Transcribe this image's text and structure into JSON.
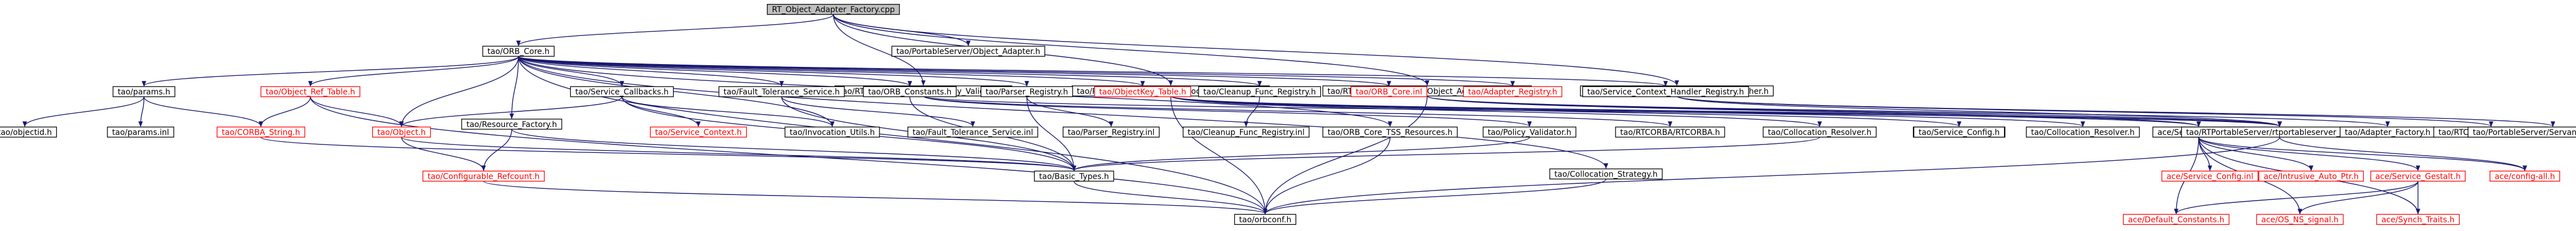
{
  "graph": {
    "colors": {
      "edge": "#191970",
      "root_fill": "#bfbfbf",
      "border": "#000000",
      "missing_node": "#ff0000"
    },
    "nodes": [
      {
        "id": "root",
        "label": "RT_Object_Adapter_Factory.cpp",
        "kind": "root"
      },
      {
        "id": "orb_core",
        "label": "tao/ORB_Core.h"
      },
      {
        "id": "poa_adapter",
        "label": "tao/PortableServer/Object_Adapter.h"
      },
      {
        "id": "rtps_policy",
        "label": "tao/RTPortableServer/RT_Policy_Validator.h"
      },
      {
        "id": "rtps_coll",
        "label": "tao/RTPortableServer/RT_Collocation_Resolver.h"
      },
      {
        "id": "rtps_oaf",
        "label": "tao/RTPortableServer/RT_Object_Adapter_Factory.h"
      },
      {
        "id": "rtps_disp",
        "label": "tao/RTPortableServer/RT_Servant_Dispatcher.h"
      },
      {
        "id": "params_h",
        "label": "tao/params.h"
      },
      {
        "id": "obj_ref_table",
        "label": "tao/Object_Ref_Table.h",
        "kind": "red"
      },
      {
        "id": "resource_factory",
        "label": "tao/Resource_Factory.h"
      },
      {
        "id": "service_callbacks",
        "label": "tao/Service_Callbacks.h"
      },
      {
        "id": "ft_service",
        "label": "tao/Fault_Tolerance_Service.h"
      },
      {
        "id": "orb_constants",
        "label": "tao/ORB_Constants.h"
      },
      {
        "id": "parser_registry",
        "label": "tao/Parser_Registry.h"
      },
      {
        "id": "objectkey_table",
        "label": "tao/ObjectKey_Table.h",
        "kind": "red"
      },
      {
        "id": "cleanup_registry",
        "label": "tao/Cleanup_Func_Registry.h"
      },
      {
        "id": "orb_core_inl",
        "label": "tao/ORB_Core.inl",
        "kind": "red"
      },
      {
        "id": "adapter_registry",
        "label": "tao/Adapter_Registry.h",
        "kind": "red"
      },
      {
        "id": "svc_ctx_handler",
        "label": "tao/Service_Context_Handler_Registry.h"
      },
      {
        "id": "objectid",
        "label": "tao/objectid.h"
      },
      {
        "id": "params_inl",
        "label": "tao/params.inl"
      },
      {
        "id": "corba_string",
        "label": "tao/CORBA_String.h",
        "kind": "red"
      },
      {
        "id": "object_h",
        "label": "tao/Object.h",
        "kind": "red"
      },
      {
        "id": "service_context",
        "label": "tao/Service_Context.h",
        "kind": "red"
      },
      {
        "id": "invocation_utils",
        "label": "tao/Invocation_Utils.h"
      },
      {
        "id": "ft_service_inl",
        "label": "tao/Fault_Tolerance_Service.inl"
      },
      {
        "id": "parser_registry_inl",
        "label": "tao/Parser_Registry.inl"
      },
      {
        "id": "cleanup_registry_inl",
        "label": "tao/Cleanup_Func_Registry.inl"
      },
      {
        "id": "tss_resources",
        "label": "tao/ORB_Core_TSS_Resources.h"
      },
      {
        "id": "collocation_strategy",
        "label": "tao/Collocation_Strategy.h"
      },
      {
        "id": "policy_validator",
        "label": "tao/Policy_Validator.h"
      },
      {
        "id": "rtcorba_h",
        "label": "tao/RTCORBA/RTCORBA.h"
      },
      {
        "id": "coll_resolver",
        "label": "tao/Collocation_Resolver.h"
      },
      {
        "id": "ace_service_config_h",
        "label": "ace/Service_Config.h"
      },
      {
        "id": "tao_service_config",
        "label": "tao/Service_Config.h"
      },
      {
        "id": "tao_coll_resolver_h",
        "label": "tao/Collocation_Resolver.h"
      },
      {
        "id": "ace_service_config",
        "label": "ace/Service_Config.h"
      },
      {
        "id": "rtps_export",
        "label": "tao/RTPortableServer/rtportableserver_export.h"
      },
      {
        "id": "adapter_factory",
        "label": "tao/Adapter_Factory.h"
      },
      {
        "id": "rtcorbac",
        "label": "tao/RTCORBA/RTCORBAC.h"
      },
      {
        "id": "servant_dispatcher",
        "label": "tao/PortableServer/Servant_Dispatcher.h"
      },
      {
        "id": "configurable_refcount",
        "label": "tao/Configurable_Refcount.h",
        "kind": "red"
      },
      {
        "id": "basic_types",
        "label": "tao/Basic_Types.h"
      },
      {
        "id": "ace_service_config_inl",
        "label": "ace/Service_Config.inl",
        "kind": "red"
      },
      {
        "id": "ace_intrusive",
        "label": "ace/Intrusive_Auto_Ptr.h",
        "kind": "red"
      },
      {
        "id": "ace_service_gestalt",
        "label": "ace/Service_Gestalt.h",
        "kind": "red"
      },
      {
        "id": "ace_config_all",
        "label": "ace/config-all.h",
        "kind": "red"
      },
      {
        "id": "ace_default_constants",
        "label": "ace/Default_Constants.h",
        "kind": "red"
      },
      {
        "id": "ace_os_ns_signal",
        "label": "ace/OS_NS_signal.h",
        "kind": "red"
      },
      {
        "id": "ace_synch_traits",
        "label": "ace/Synch_Traits.h",
        "kind": "red"
      },
      {
        "id": "orbconf",
        "label": "tao/orbconf.h"
      }
    ],
    "edges": [
      [
        "root",
        "orb_core"
      ],
      [
        "root",
        "poa_adapter"
      ],
      [
        "root",
        "rtps_policy"
      ],
      [
        "root",
        "rtps_coll"
      ],
      [
        "root",
        "rtps_oaf"
      ],
      [
        "root",
        "rtps_disp"
      ],
      [
        "orb_core",
        "params_h"
      ],
      [
        "orb_core",
        "obj_ref_table"
      ],
      [
        "orb_core",
        "resource_factory"
      ],
      [
        "orb_core",
        "service_callbacks"
      ],
      [
        "orb_core",
        "ft_service"
      ],
      [
        "orb_core",
        "orb_constants"
      ],
      [
        "orb_core",
        "parser_registry"
      ],
      [
        "orb_core",
        "objectkey_table"
      ],
      [
        "orb_core",
        "cleanup_registry"
      ],
      [
        "orb_core",
        "orb_core_inl"
      ],
      [
        "orb_core",
        "adapter_registry"
      ],
      [
        "orb_core",
        "svc_ctx_handler"
      ],
      [
        "orb_core",
        "object_h"
      ],
      [
        "orb_core",
        "invocation_utils"
      ],
      [
        "orb_core",
        "tss_resources"
      ],
      [
        "orb_core",
        "collocation_strategy"
      ],
      [
        "orb_core",
        "orbconf"
      ],
      [
        "params_h",
        "objectid"
      ],
      [
        "params_h",
        "params_inl"
      ],
      [
        "params_h",
        "corba_string"
      ],
      [
        "obj_ref_table",
        "corba_string"
      ],
      [
        "obj_ref_table",
        "object_h"
      ],
      [
        "obj_ref_table",
        "orbconf"
      ],
      [
        "resource_factory",
        "configurable_refcount"
      ],
      [
        "resource_factory",
        "basic_types"
      ],
      [
        "service_callbacks",
        "object_h"
      ],
      [
        "service_callbacks",
        "service_context"
      ],
      [
        "service_callbacks",
        "invocation_utils"
      ],
      [
        "service_callbacks",
        "basic_types"
      ],
      [
        "ft_service",
        "ft_service_inl"
      ],
      [
        "ft_service",
        "basic_types"
      ],
      [
        "orb_constants",
        "basic_types"
      ],
      [
        "parser_registry",
        "parser_registry_inl"
      ],
      [
        "parser_registry",
        "basic_types"
      ],
      [
        "cleanup_registry",
        "cleanup_registry_inl"
      ],
      [
        "object_h",
        "configurable_refcount"
      ],
      [
        "object_h",
        "basic_types"
      ],
      [
        "corba_string",
        "basic_types"
      ],
      [
        "configurable_refcount",
        "orbconf"
      ],
      [
        "basic_types",
        "orbconf"
      ],
      [
        "tss_resources",
        "orbconf"
      ],
      [
        "collocation_strategy",
        "orbconf"
      ],
      [
        "rtps_policy",
        "policy_validator"
      ],
      [
        "rtps_policy",
        "rtcorba_h"
      ],
      [
        "rtps_policy",
        "rtps_export"
      ],
      [
        "policy_validator",
        "basic_types"
      ],
      [
        "rtps_coll",
        "coll_resolver"
      ],
      [
        "rtps_coll",
        "ace_service_config_h"
      ],
      [
        "rtps_coll",
        "tao_coll_resolver_h"
      ],
      [
        "rtps_coll",
        "ace_service_config"
      ],
      [
        "rtps_coll",
        "rtps_export"
      ],
      [
        "rtps_coll",
        "orbconf"
      ],
      [
        "coll_resolver",
        "basic_types"
      ],
      [
        "rtps_oaf",
        "ace_service_config"
      ],
      [
        "rtps_oaf",
        "rtps_export"
      ],
      [
        "rtps_oaf",
        "adapter_factory"
      ],
      [
        "rtps_oaf",
        "orbconf"
      ],
      [
        "rtps_disp",
        "rtps_export"
      ],
      [
        "rtps_disp",
        "rtcorbac"
      ],
      [
        "rtps_disp",
        "servant_dispatcher"
      ],
      [
        "ace_service_config",
        "ace_service_config_inl"
      ],
      [
        "ace_service_config",
        "ace_intrusive"
      ],
      [
        "ace_service_config",
        "ace_service_gestalt"
      ],
      [
        "ace_service_config",
        "ace_config_all"
      ],
      [
        "ace_service_config",
        "ace_default_constants"
      ],
      [
        "ace_service_config",
        "ace_os_ns_signal"
      ],
      [
        "ace_service_config",
        "ace_synch_traits"
      ],
      [
        "ace_service_gestalt",
        "ace_default_constants"
      ],
      [
        "ace_service_gestalt",
        "ace_os_ns_signal"
      ],
      [
        "ace_service_gestalt",
        "ace_synch_traits"
      ],
      [
        "rtps_export",
        "ace_config_all"
      ],
      [
        "rtps_export",
        "orbconf"
      ]
    ]
  }
}
